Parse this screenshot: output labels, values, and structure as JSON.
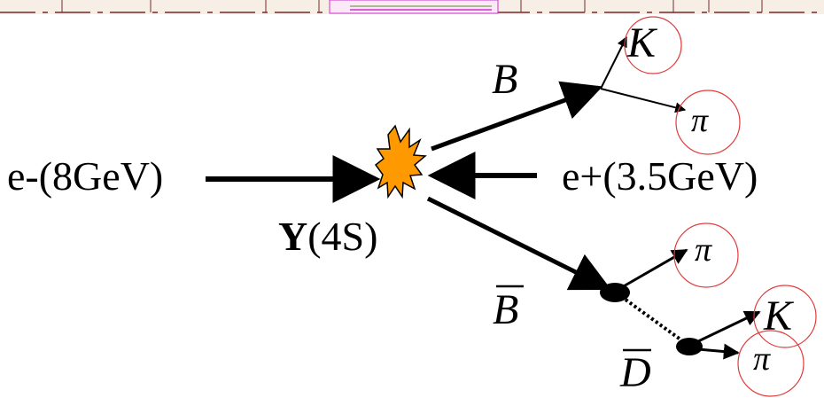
{
  "diagram": {
    "beam_left": "e-(8GeV)",
    "beam_right": "e+(3.5GeV)",
    "resonance_symbol": "Y",
    "resonance_state": "(4S)",
    "b_meson": "B",
    "bbar_meson": "B",
    "dbar_meson": "D",
    "kaon_top": "K",
    "pion_top": "π",
    "pion_mid": "π",
    "kaon_bottom": "K",
    "pion_bottom": "π"
  },
  "colors": {
    "ink": "#000000",
    "circle": "#e03c3c",
    "burst_fill": "#ff9900",
    "strip_bg": "#f7efe6",
    "strip_line": "#7a2a2a",
    "strip_accent": "#cc33cc"
  }
}
